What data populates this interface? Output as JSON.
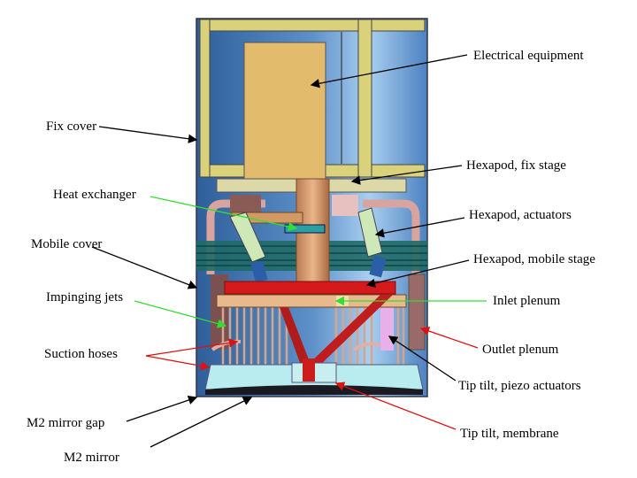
{
  "labels": {
    "electrical_equipment": "Electrical equipment",
    "fix_cover": "Fix cover",
    "hexapod_fix_stage": "Hexapod, fix stage",
    "heat_exchanger": "Heat exchanger",
    "hexapod_actuators": "Hexapod, actuators",
    "mobile_cover": "Mobile cover",
    "hexapod_mobile_stage": "Hexapod, mobile stage",
    "impinging_jets": "Impinging jets",
    "inlet_plenum": "Inlet plenum",
    "outlet_plenum": "Outlet plenum",
    "suction_hoses": "Suction hoses",
    "tip_tilt_piezo": "Tip tilt, piezo actuators",
    "m2_mirror_gap": "M2 mirror gap",
    "tip_tilt_membrane": "Tip tilt, membrane",
    "m2_mirror": "M2 mirror"
  },
  "colors": {
    "black_arrow": "#000000",
    "green_arrow": "#33dd33",
    "red_arrow": "#dd1111"
  }
}
